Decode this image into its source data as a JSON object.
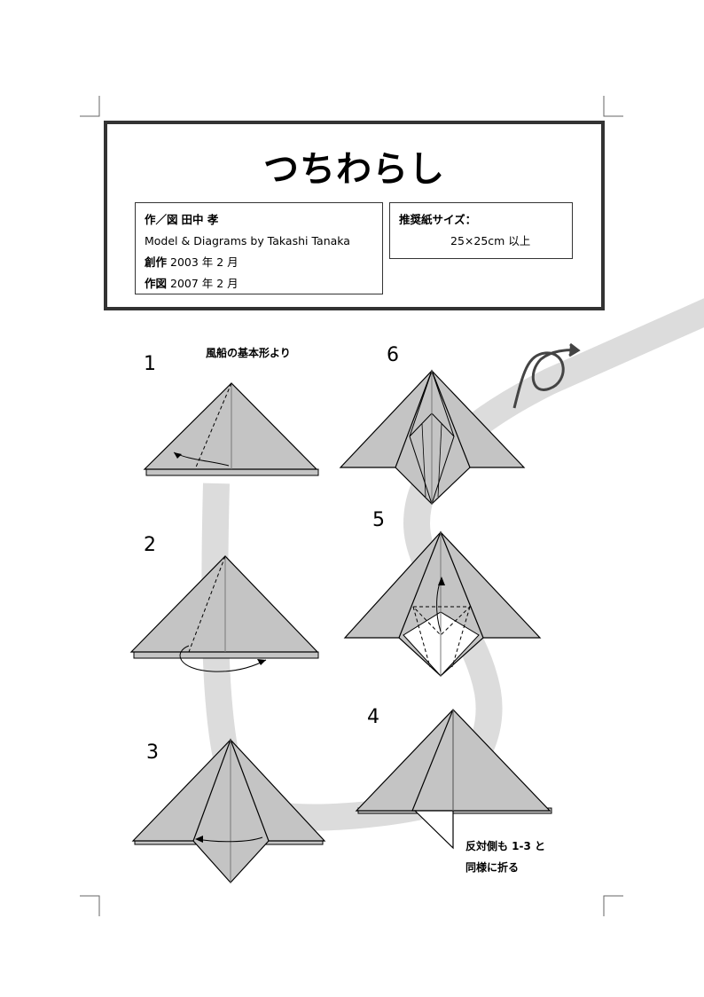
{
  "title": "つちわらし",
  "credits": {
    "author_label": "作／図",
    "author_name": "田中 孝",
    "english": "Model & Diagrams by Takashi Tanaka",
    "created_label": "創作",
    "created_date": "2003 年 2 月",
    "drawn_label": "作図",
    "drawn_date": "2007 年 2 月"
  },
  "paper": {
    "label": "推奨紙サイズ：",
    "size": "25×25cm 以上"
  },
  "steps": [
    {
      "number": "1",
      "note": "風船の基本形より"
    },
    {
      "number": "2"
    },
    {
      "number": "3"
    },
    {
      "number": "4",
      "note_line1": "反対側も 1-3 と",
      "note_line2": "同様に折る"
    },
    {
      "number": "5"
    },
    {
      "number": "6"
    }
  ],
  "colors": {
    "paper_fill": "#c4c4c4",
    "path_band": "#dcdcdc",
    "line": "#000000"
  }
}
